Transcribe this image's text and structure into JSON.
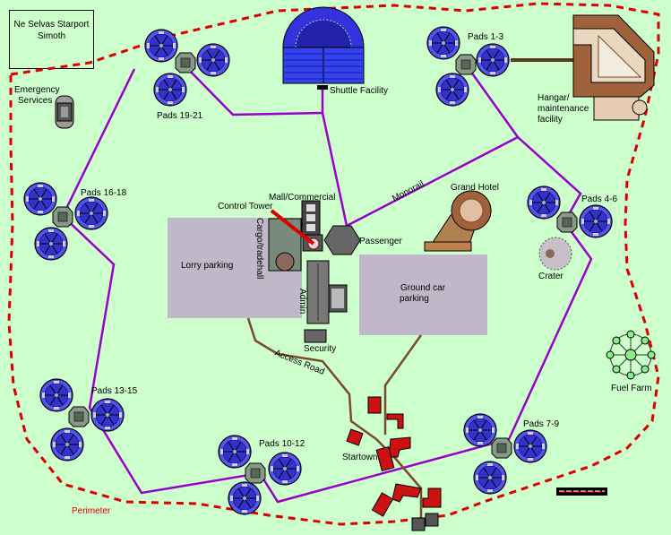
{
  "title": {
    "line1": "Ne Selvas Starport",
    "line2": "Simoth"
  },
  "colors": {
    "background": "#ccffcc",
    "perimeter": "#dd0000",
    "monorail": "#9900cc",
    "road": "#7a4a2a",
    "parking": "#c0b8c8",
    "pad": "#5555ee",
    "pad_dark": "#2222aa",
    "startown": "#cc1111",
    "hangar": "#a0623a",
    "fuel": "#88ee88"
  },
  "labels": {
    "emergency_line1": "Emergency",
    "emergency_line2": "Services",
    "shuttle": "Shuttle Facility",
    "pads_1_3": "Pads 1-3",
    "hangar_line1": "Hangar/",
    "hangar_line2": "maintenance",
    "hangar_line3": "facility",
    "pads_19_21": "Pads 19-21",
    "pads_16_18": "Pads 16-18",
    "pads_4_6": "Pads 4-6",
    "crater": "Crater",
    "mall": "Mall/Commercial",
    "control_tower": "Control Tower",
    "cargo": "Cargo/tradehall",
    "passenger": "Passenger",
    "monorail": "Monorail",
    "grand_hotel": "Grand Hotel",
    "lorry_parking": "Lorry parking",
    "admin": "Admin",
    "ground_car_line1": "Ground car",
    "ground_car_line2": "parking",
    "security": "Security",
    "access_road": "Access Road",
    "fuel_farm": "Fuel Farm",
    "pads_13_15": "Pads 13-15",
    "pads_10_12": "Pads 10-12",
    "pads_7_9": "Pads 7-9",
    "startown": "Startown",
    "perimeter": "Perimeter"
  }
}
